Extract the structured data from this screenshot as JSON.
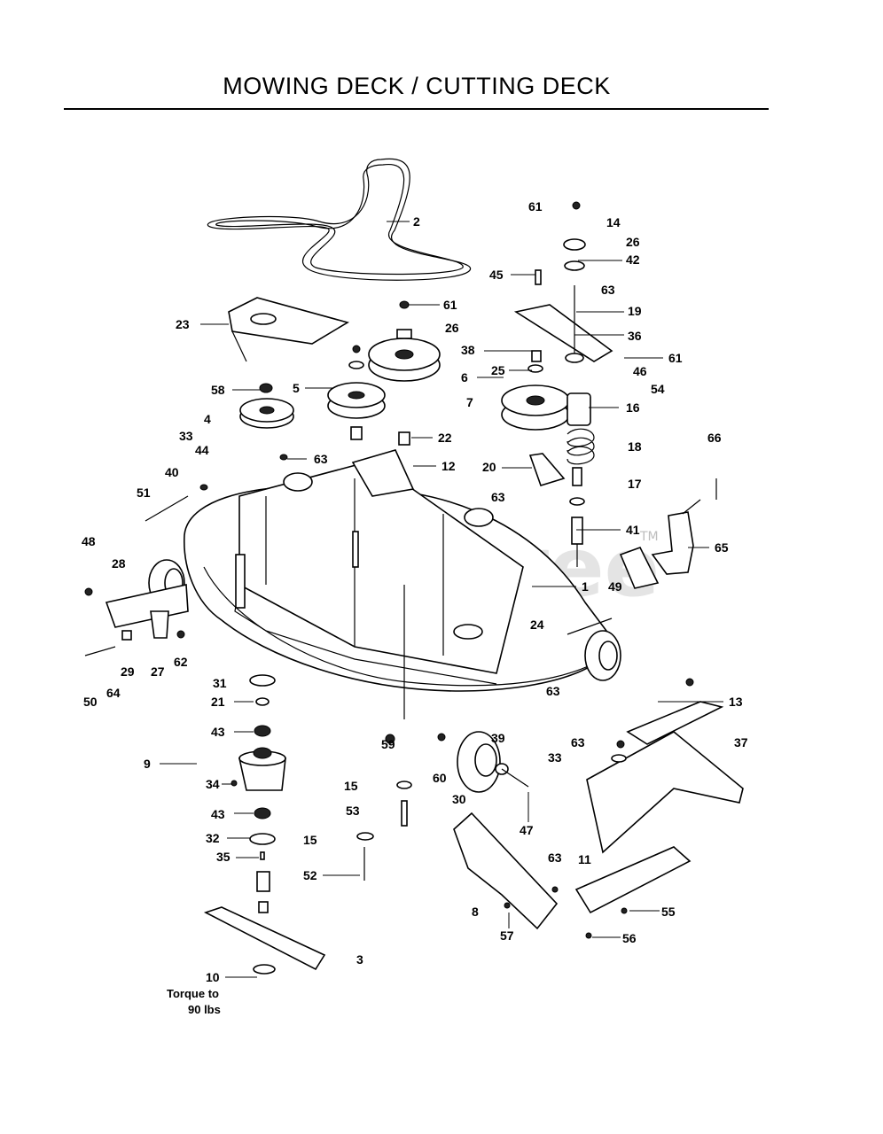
{
  "page": {
    "title": "MOWING DECK / CUTTING DECK",
    "watermark": "PartsTree",
    "watermark_tm": "TM",
    "torque_note_line1": "Torque to",
    "torque_note_line2": "90 lbs"
  },
  "callouts": [
    {
      "id": "c2",
      "label": "2"
    },
    {
      "id": "c61a",
      "label": "61"
    },
    {
      "id": "c14",
      "label": "14"
    },
    {
      "id": "c26a",
      "label": "26"
    },
    {
      "id": "c42",
      "label": "42"
    },
    {
      "id": "c45",
      "label": "45"
    },
    {
      "id": "c63a",
      "label": "63"
    },
    {
      "id": "c19",
      "label": "19"
    },
    {
      "id": "c36",
      "label": "36"
    },
    {
      "id": "c61b",
      "label": "61"
    },
    {
      "id": "c23",
      "label": "23"
    },
    {
      "id": "c61c",
      "label": "61"
    },
    {
      "id": "c26b",
      "label": "26"
    },
    {
      "id": "c38",
      "label": "38"
    },
    {
      "id": "c25",
      "label": "25"
    },
    {
      "id": "c6",
      "label": "6"
    },
    {
      "id": "c61d",
      "label": "61"
    },
    {
      "id": "c46",
      "label": "46"
    },
    {
      "id": "c54",
      "label": "54"
    },
    {
      "id": "c58",
      "label": "58"
    },
    {
      "id": "c5",
      "label": "5"
    },
    {
      "id": "c7",
      "label": "7"
    },
    {
      "id": "c16",
      "label": "16"
    },
    {
      "id": "c4",
      "label": "4"
    },
    {
      "id": "c33a",
      "label": "33"
    },
    {
      "id": "c22",
      "label": "22"
    },
    {
      "id": "c18",
      "label": "18"
    },
    {
      "id": "c66",
      "label": "66"
    },
    {
      "id": "c44",
      "label": "44"
    },
    {
      "id": "c63b",
      "label": "63"
    },
    {
      "id": "c12",
      "label": "12"
    },
    {
      "id": "c20",
      "label": "20"
    },
    {
      "id": "c40",
      "label": "40"
    },
    {
      "id": "c17",
      "label": "17"
    },
    {
      "id": "c51",
      "label": "51"
    },
    {
      "id": "c63c",
      "label": "63"
    },
    {
      "id": "c41",
      "label": "41"
    },
    {
      "id": "c48",
      "label": "48"
    },
    {
      "id": "c65",
      "label": "65"
    },
    {
      "id": "c28",
      "label": "28"
    },
    {
      "id": "c1",
      "label": "1"
    },
    {
      "id": "c49",
      "label": "49"
    },
    {
      "id": "c24",
      "label": "24"
    },
    {
      "id": "c29",
      "label": "29"
    },
    {
      "id": "c27",
      "label": "27"
    },
    {
      "id": "c62",
      "label": "62"
    },
    {
      "id": "c31",
      "label": "31"
    },
    {
      "id": "c50",
      "label": "50"
    },
    {
      "id": "c64",
      "label": "64"
    },
    {
      "id": "c21",
      "label": "21"
    },
    {
      "id": "c63d",
      "label": "63"
    },
    {
      "id": "c13",
      "label": "13"
    },
    {
      "id": "c43a",
      "label": "43"
    },
    {
      "id": "c59",
      "label": "59"
    },
    {
      "id": "c39",
      "label": "39"
    },
    {
      "id": "c63e",
      "label": "63"
    },
    {
      "id": "c37",
      "label": "37"
    },
    {
      "id": "c9",
      "label": "9"
    },
    {
      "id": "c33b",
      "label": "33"
    },
    {
      "id": "c60",
      "label": "60"
    },
    {
      "id": "c34",
      "label": "34"
    },
    {
      "id": "c15a",
      "label": "15"
    },
    {
      "id": "c30",
      "label": "30"
    },
    {
      "id": "c43b",
      "label": "43"
    },
    {
      "id": "c53",
      "label": "53"
    },
    {
      "id": "c47",
      "label": "47"
    },
    {
      "id": "c32",
      "label": "32"
    },
    {
      "id": "c15b",
      "label": "15"
    },
    {
      "id": "c35",
      "label": "35"
    },
    {
      "id": "c63f",
      "label": "63"
    },
    {
      "id": "c11",
      "label": "11"
    },
    {
      "id": "c52",
      "label": "52"
    },
    {
      "id": "c8",
      "label": "8"
    },
    {
      "id": "c55",
      "label": "55"
    },
    {
      "id": "c57",
      "label": "57"
    },
    {
      "id": "c56",
      "label": "56"
    },
    {
      "id": "c3",
      "label": "3"
    },
    {
      "id": "c10",
      "label": "10"
    }
  ]
}
